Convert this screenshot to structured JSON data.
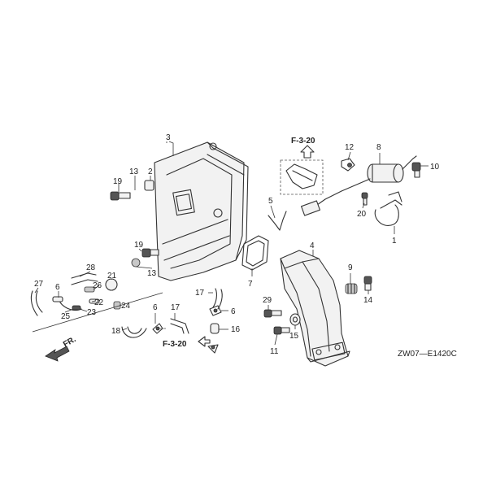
{
  "diagram": {
    "ref_top": "F-3-20",
    "ref_bottom": "F-3-20",
    "direction_label": "FR.",
    "diagram_code": "ZW07—E1420C",
    "callouts": {
      "c1": "1",
      "c2": "2",
      "c3": "3",
      "c4": "4",
      "c5": "5",
      "c6a": "6",
      "c6b": "6",
      "c6c": "6",
      "c7": "7",
      "c8": "8",
      "c9": "9",
      "c10": "10",
      "c11": "11",
      "c12": "12",
      "c13a": "13",
      "c13b": "13",
      "c14": "14",
      "c15": "15",
      "c16": "16",
      "c17a": "17",
      "c17b": "17",
      "c18": "18",
      "c19a": "19",
      "c19b": "19",
      "c20": "20",
      "c21": "21",
      "c22": "22",
      "c23": "23",
      "c24": "24",
      "c25": "25",
      "c26": "26",
      "c27": "27",
      "c28": "28",
      "c29": "29"
    }
  }
}
